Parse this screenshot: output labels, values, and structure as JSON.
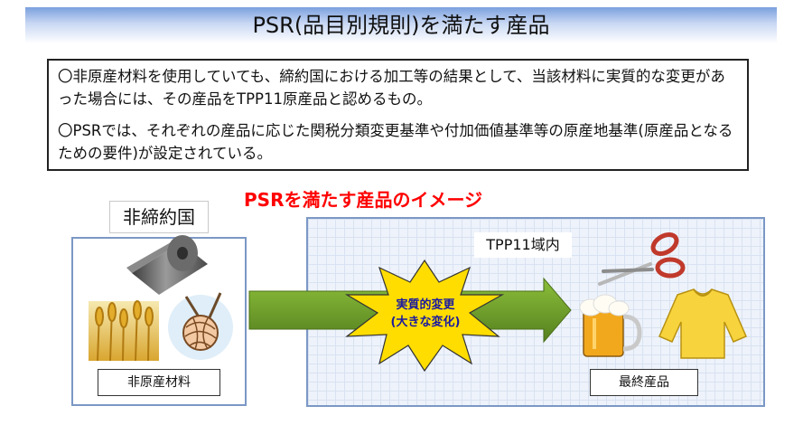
{
  "title": "PSR(品目別規則)を満たす産品",
  "description": {
    "paragraph1": "〇非原産材料を使用していても、締約国における加工等の結果として、当該材料に実質的な変更があった場合には、その産品をTPP11原産品と認めるもの。",
    "paragraph2": "〇PSRでは、それぞれの産品に応じた関税分類変更基準や付加価値基準等の原産地基準(原産品となるための要件)が設定されている。"
  },
  "image_title": "PSRを満たす産品のイメージ",
  "left_region": {
    "label": "非締約国",
    "caption": "非原産材料",
    "icons": [
      "metal-roll-icon",
      "wheat-icon",
      "yarn-ball-icon"
    ]
  },
  "center": {
    "line1": "実質的変更",
    "line2": "(大きな変化)"
  },
  "right_region": {
    "label": "TPP11域内",
    "caption": "最終産品",
    "icons": [
      "scissors-icon",
      "beer-mug-icon",
      "sweater-icon"
    ]
  },
  "colors": {
    "title_gradient_top": "#7aa0de",
    "panel_border": "#7b98c5",
    "arrow_green": "#6e9a2a",
    "star_yellow": "#ffdd00",
    "star_text": "#1a1aa0",
    "highlight_red": "#ff0000"
  }
}
